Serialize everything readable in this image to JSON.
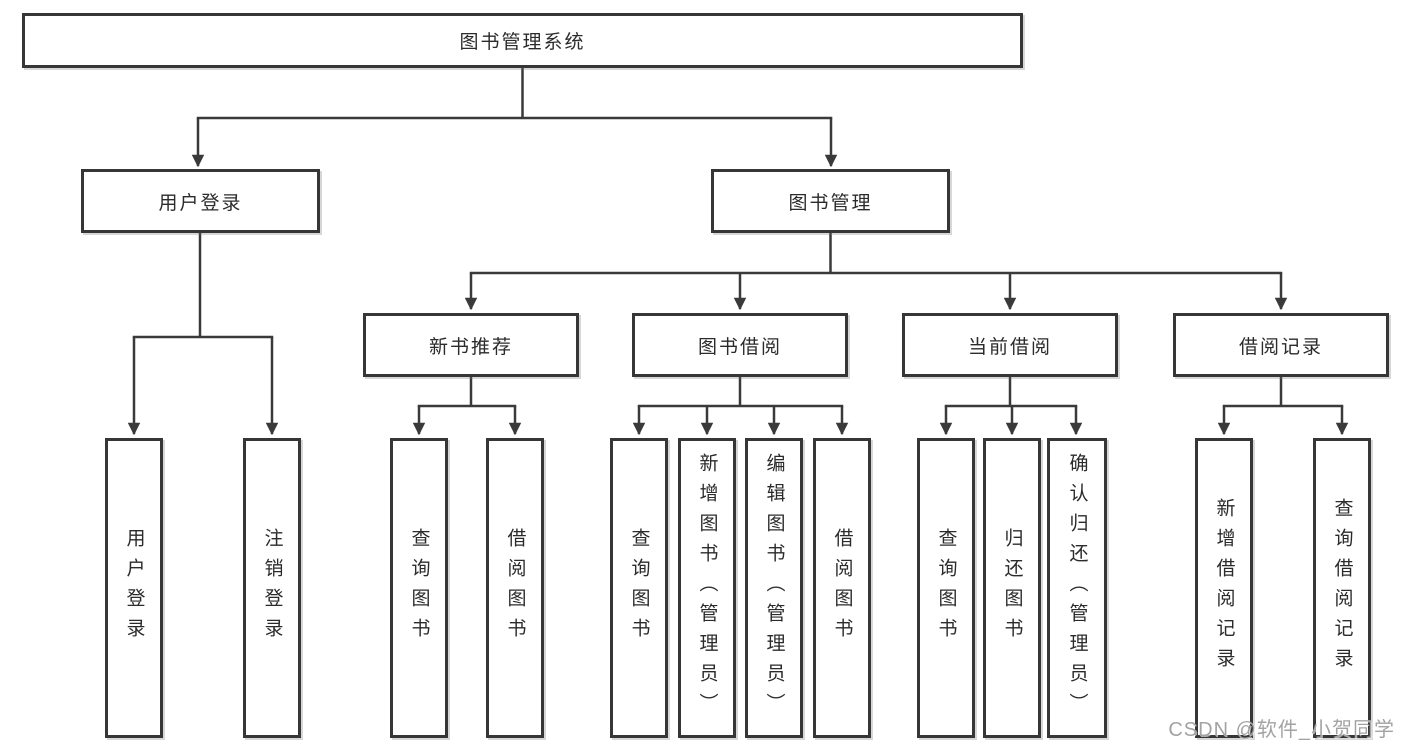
{
  "diagram": {
    "root": {
      "label": "图书管理系统"
    },
    "branches": [
      {
        "label": "用户登录",
        "children": [
          {
            "label": "用户登录"
          },
          {
            "label": "注销登录"
          }
        ]
      },
      {
        "label": "图书管理",
        "children": [
          {
            "label": "新书推荐",
            "children": [
              {
                "label": "查询图书"
              },
              {
                "label": "借阅图书"
              }
            ]
          },
          {
            "label": "图书借阅",
            "children": [
              {
                "label": "查询图书"
              },
              {
                "label": "新增图书（管理员）"
              },
              {
                "label": "编辑图书（管理员）"
              },
              {
                "label": "借阅图书"
              }
            ]
          },
          {
            "label": "当前借阅",
            "children": [
              {
                "label": "查询图书"
              },
              {
                "label": "归还图书"
              },
              {
                "label": "确认归还（管理员）"
              }
            ]
          },
          {
            "label": "借阅记录",
            "children": [
              {
                "label": "新增借阅记录"
              },
              {
                "label": "查询借阅记录"
              }
            ]
          }
        ]
      }
    ]
  },
  "watermark": {
    "text": "CSDN @软件_小贺同学",
    "color": "#a3a3a3"
  },
  "colors": {
    "background": "#ffffff",
    "line": "#3a3a3a",
    "box_border": "#363636",
    "text": "#2b2b2b"
  }
}
